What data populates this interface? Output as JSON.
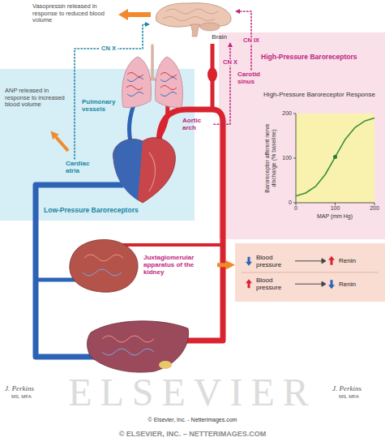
{
  "diagram": {
    "nodes": [
      {
        "text": [
          "Brain"
        ]
      },
      {
        "text": [
          "Low-Pressure Baroreceptors"
        ]
      },
      {
        "text": [
          "Pulmonary vessels"
        ],
        "in": 1
      },
      {
        "text": [
          "Cardiac atria"
        ],
        "in": 1
      },
      {
        "text": [
          "Aortic arch"
        ]
      },
      {
        "text": [
          "High-Pressure Baroreceptors"
        ]
      },
      {
        "text": [
          "Carotid sinus"
        ],
        "in": 5
      },
      {
        "text": [
          "High-Pressure Baroreceptor Response"
        ],
        "in": 5
      },
      {
        "text": [
          "Juxtaglomerular apparatus of the kidney"
        ]
      },
      {
        "text": [
          "Blood pressure",
          "Renin",
          "Blood pressure",
          "Renin"
        ]
      }
    ],
    "edges": [
      {
        "from": 3,
        "to": 0,
        "arrow": "to",
        "label": "CN X"
      },
      {
        "from": 4,
        "to": 0,
        "arrow": "to",
        "label": "CN X"
      },
      {
        "from": 6,
        "to": 0,
        "arrow": "to",
        "label": "CN IX"
      },
      {
        "from": 8,
        "to": 9,
        "arrow": "to"
      }
    ],
    "labels": [
      "Vasopressin released in response to reduced blood volume",
      "ANP released in response to increased blood volume",
      "Baroreceptor afferent nerve discharge (% baseline)",
      "200",
      "100",
      "0",
      "0",
      "100",
      "200",
      "MAP (mm Hg)",
      "J. Perkins",
      "MS, MFA",
      "J. Perkins",
      "MS, MFA",
      "ELSEVIER",
      "© Elsevier, Inc. - Netterimages.com",
      "© ELSEVIER, INC. – NETTERIMAGES.COM"
    ]
  }
}
